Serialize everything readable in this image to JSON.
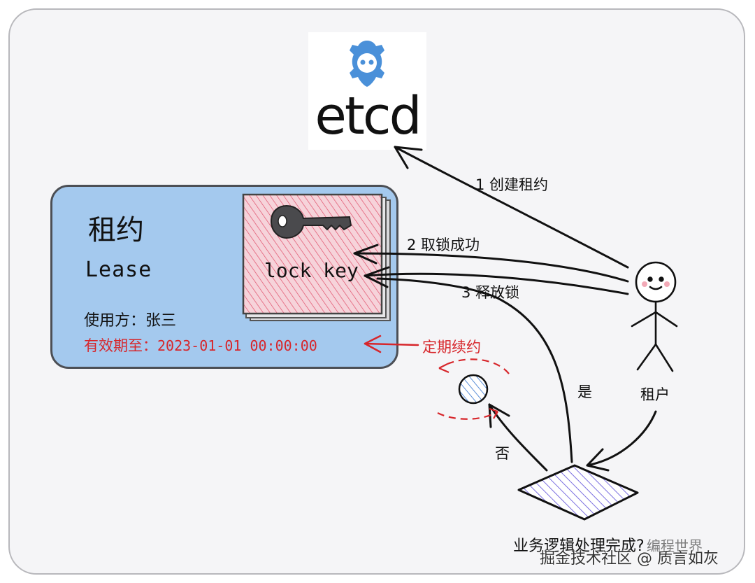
{
  "etcd": {
    "logo_text": "etcd",
    "brand_color": "#4a90d9"
  },
  "lease": {
    "title": "租约",
    "subtitle": "Lease",
    "user_line": "使用方：张三",
    "expiry_label": "有效期至：",
    "expiry_value": "2023-01-01 00:00:00",
    "card_color": "#a4c9ee"
  },
  "lock": {
    "text": "lock key",
    "fill_color": "#f6c8d2"
  },
  "steps": {
    "create": "1 创建租约",
    "acquire": "2 取锁成功",
    "release": "3 释放锁"
  },
  "renew": {
    "label": "定期续约",
    "color": "#d7262b"
  },
  "tenant": {
    "label": "租户"
  },
  "decision": {
    "question": "业务逻辑处理完成?",
    "yes": "是",
    "no": "否"
  },
  "watermark": {
    "text": "掘金技术社区 @ 质言如灰",
    "text2": "编程世界"
  },
  "icons": [
    "etcd-logo-icon",
    "key-icon",
    "stick-figure-icon",
    "diamond-icon",
    "cycle-icon"
  ]
}
